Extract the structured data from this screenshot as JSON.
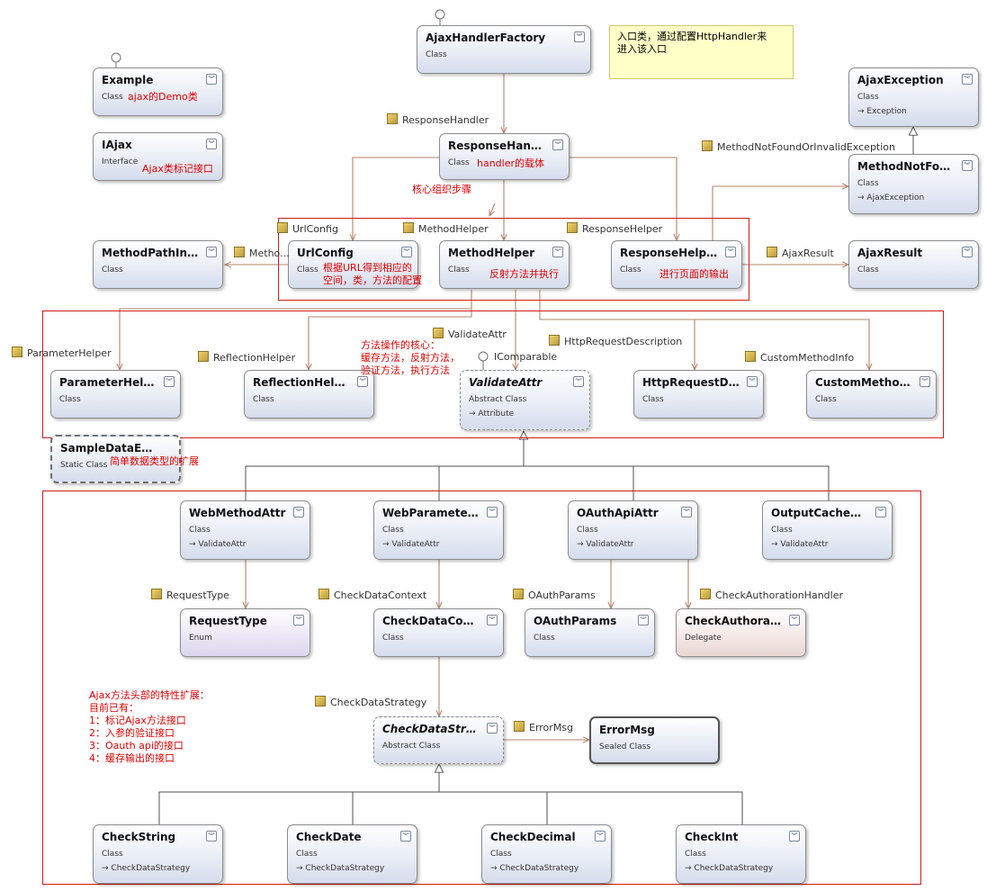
{
  "classes": {
    "ajaxhandlerfactory": {
      "name": "AjaxHandlerFactory",
      "stereotype": "Class"
    },
    "example": {
      "name": "Example",
      "stereotype": "Class"
    },
    "iajax": {
      "name": "IAjax",
      "stereotype": "Interface"
    },
    "ajaxexception": {
      "name": "AjaxException",
      "stereotype": "Class",
      "base": "Exception"
    },
    "responsehandler": {
      "name": "ResponseHandler",
      "stereotype": "Class"
    },
    "methodnotfound": {
      "name": "MethodNotFou...",
      "stereotype": "Class",
      "base": "AjaxException"
    },
    "methodpathinfo": {
      "name": "MethodPathInfo",
      "stereotype": "Class"
    },
    "urlconfig": {
      "name": "UrlConfig",
      "stereotype": "Class"
    },
    "methodhelper": {
      "name": "MethodHelper",
      "stereotype": "Class"
    },
    "responsehelper": {
      "name": "ResponseHelper",
      "stereotype": "Class"
    },
    "ajaxresult": {
      "name": "AjaxResult",
      "stereotype": "Class"
    },
    "parameterhelper": {
      "name": "ParameterHelper",
      "stereotype": "Class"
    },
    "reflectionhelper": {
      "name": "ReflectionHelper",
      "stereotype": "Class"
    },
    "validateattr": {
      "name": "ValidateAttr",
      "stereotype": "Abstract Class",
      "base": "Attribute"
    },
    "httprequestdes": {
      "name": "HttpRequestDes...",
      "stereotype": "Class"
    },
    "custommethod": {
      "name": "CustomMethodI...",
      "stereotype": "Class"
    },
    "sampledata": {
      "name": "SampleDataExte...",
      "stereotype": "Static Class"
    },
    "webmethodattr": {
      "name": "WebMethodAttr",
      "stereotype": "Class",
      "base": "ValidateAttr"
    },
    "webparameter": {
      "name": "WebParameterA...",
      "stereotype": "Class",
      "base": "ValidateAttr"
    },
    "oauthapiattr": {
      "name": "OAuthApiAttr",
      "stereotype": "Class",
      "base": "ValidateAttr"
    },
    "outputcacheattr": {
      "name": "OutputCacheAttr",
      "stereotype": "Class",
      "base": "ValidateAttr"
    },
    "requesttype": {
      "name": "RequestType",
      "stereotype": "Enum"
    },
    "checkdatacontext": {
      "name": "CheckDataCont...",
      "stereotype": "Class"
    },
    "oauthparams": {
      "name": "OAuthParams",
      "stereotype": "Class"
    },
    "checkauthoration": {
      "name": "CheckAuthorati...",
      "stereotype": "Delegate"
    },
    "checkdatastrategy": {
      "name": "CheckDataStrategy",
      "stereotype": "Abstract Class"
    },
    "errormsg": {
      "name": "ErrorMsg",
      "stereotype": "Sealed Class"
    },
    "checkstring": {
      "name": "CheckString",
      "stereotype": "Class",
      "base": "CheckDataStrategy"
    },
    "checkdate": {
      "name": "CheckDate",
      "stereotype": "Class",
      "base": "CheckDataStrategy"
    },
    "checkdecimal": {
      "name": "CheckDecimal",
      "stereotype": "Class",
      "base": "CheckDataStrategy"
    },
    "checkint": {
      "name": "CheckInt",
      "stereotype": "Class",
      "base": "CheckDataStrategy"
    }
  },
  "labels": {
    "responsehandler": "ResponseHandler",
    "methodnotfound": "MethodNotFoundOrInvalidException",
    "urlconfig": "UrlConfig",
    "methodhelper": "MethodHelper",
    "responsehelper": "ResponseHelper",
    "metho": "Metho...",
    "ajaxresult": "AjaxResult",
    "validateattr": "ValidateAttr",
    "icomparable": "IComparable",
    "httprequestdescription": "HttpRequestDescription",
    "parameterhelper": "ParameterHelper",
    "reflectionhelper": "ReflectionHelper",
    "custommethodinfo": "CustomMethodInfo",
    "requesttype": "RequestType",
    "checkdatacontext": "CheckDataContext",
    "oauthparams": "OAuthParams",
    "checkauthorationhandler": "CheckAuthorationHandler",
    "checkdatastrategy": "CheckDataStrategy",
    "errormsg": "ErrorMsg"
  },
  "annotations": {
    "note_lines": [
      "入口类，通过配置HttpHandler来",
      "进入该入口"
    ],
    "example": "ajax的Demo类",
    "iajax": "Ajax类标记接口",
    "responsehandler": "handler的载体",
    "core_steps": "核心组织步骤",
    "urlconfig_lines": [
      "根据URL得到相应的",
      "空间，类，方法的配置"
    ],
    "methodhelper": "反射方法并执行",
    "responsehelper": "进行页面的输出",
    "method_core_lines": [
      "方法操作的核心：",
      "缓存方法，反射方法，",
      "验证方法，执行方法"
    ],
    "sampledata": "简单数据类型的扩展",
    "extension_lines": [
      "Ajax方法头部的特性扩展：",
      "目前已有：",
      "1：标记Ajax方法接口",
      "2：入参的验证接口",
      "3：Oauth api的接口",
      "4：缓存输出的接口"
    ]
  },
  "colors": {
    "arrow": "#b5836a",
    "inherit": "#505050",
    "region": "#d11a1a",
    "note_bg": "#ffffc8",
    "annotation": "#e00000"
  },
  "icons": {
    "toggle": "double-chevron-icon",
    "property": "property-icon",
    "interface_lollipop": "lollipop-icon",
    "inheritance": "arrow-icon"
  }
}
